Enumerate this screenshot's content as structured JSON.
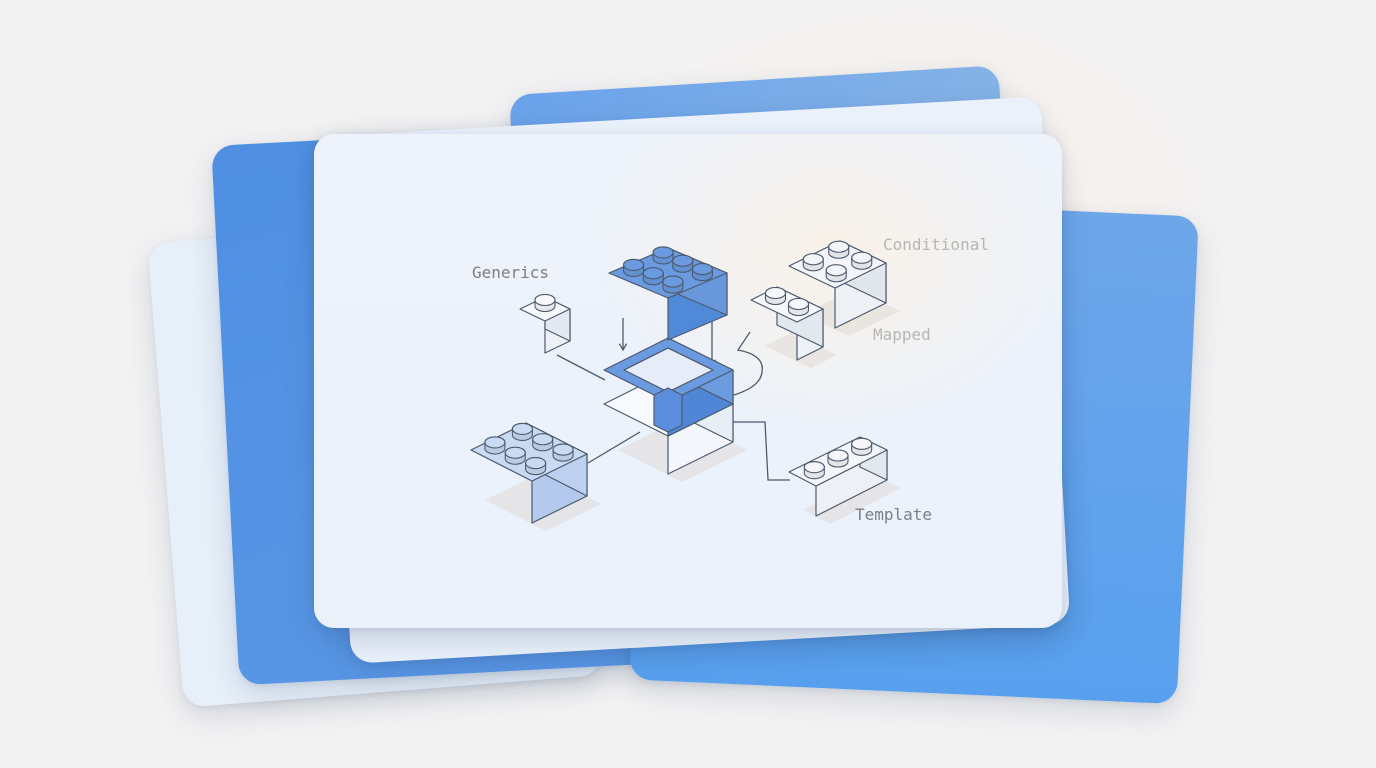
{
  "diagram": {
    "labels": {
      "generics": "Generics",
      "conditional": "Conditional",
      "mapped": "Mapped",
      "template": "Template"
    }
  },
  "colors": {
    "blue": "#5b8fde",
    "blue_dark": "#4a7fd0",
    "pale_block": "#edf1f6",
    "line": "#4d5a6e"
  }
}
